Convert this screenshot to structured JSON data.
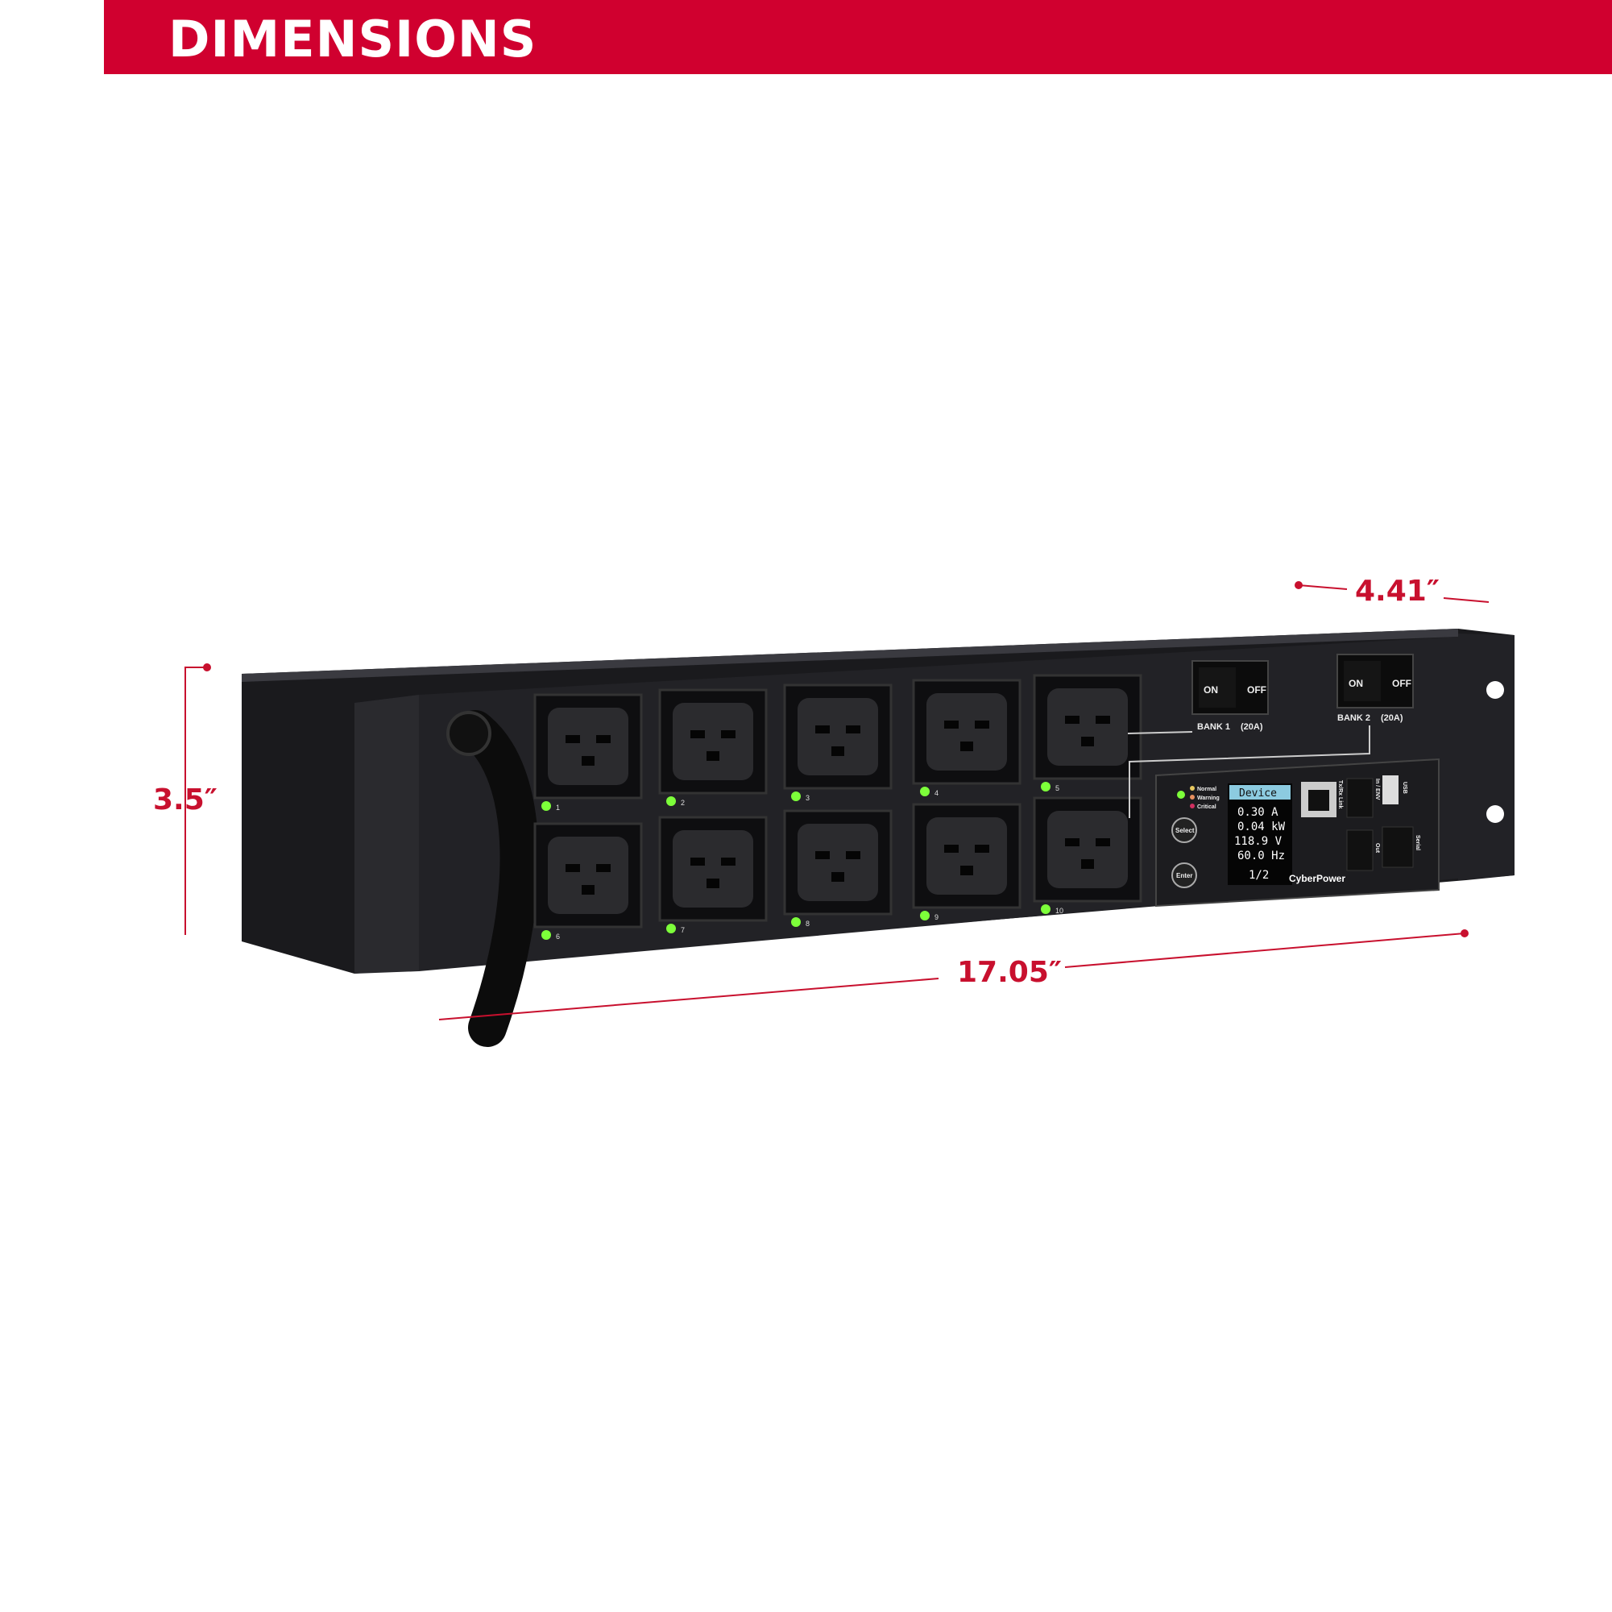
{
  "header": {
    "title": "DIMENSIONS"
  },
  "dimensions": {
    "height": "3.5″",
    "depth": "4.41″",
    "width": "17.05″"
  },
  "colors": {
    "accent": "#c8102e",
    "banner": "#d0002f",
    "led": "#7dff3a"
  },
  "product": {
    "brand": "CyberPower",
    "breakers": [
      {
        "label": "BANK 1",
        "rating": "(20A)",
        "on": "ON",
        "off": "OFF",
        "amps": "20"
      },
      {
        "label": "BANK 2",
        "rating": "(20A)",
        "on": "ON",
        "off": "OFF",
        "amps": "20"
      }
    ],
    "outlets": [
      "1",
      "2",
      "3",
      "4",
      "5",
      "6",
      "7",
      "8",
      "9",
      "10"
    ],
    "legend": [
      "Normal",
      "Warning",
      "Critical"
    ],
    "buttons": [
      "Select",
      "Enter"
    ],
    "lcd": {
      "title": "Device",
      "lines": [
        "0.30 A",
        "0.04 kW",
        "118.9 V",
        "60.0 Hz"
      ],
      "page": "1/2"
    },
    "ports": {
      "network": "Tx/Rx  Link",
      "env_in": "In / ENV",
      "env_out": "Out",
      "usb": "USB",
      "serial": "Serial"
    }
  }
}
